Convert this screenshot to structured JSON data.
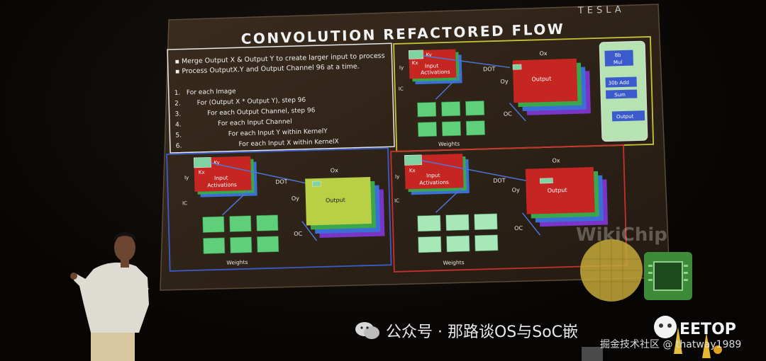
{
  "slide": {
    "brand": "TESLA",
    "title": "CONVOLUTION REFACTORED FLOW",
    "bullets": [
      "Merge Output X & Output Y to create larger input to process",
      "Process OutputX.Y and Output Channel 96 at a time."
    ],
    "loop": [
      "1.   For each Image",
      "2.        For (Output X * Output Y), step 96",
      "3.             For each Output Channel, step 96",
      "4.                  For each Input Channel",
      "5.                       For each Input Y within KernelY",
      "6.                            For each Input X within KernelX"
    ],
    "labels": {
      "ky": "Ky",
      "kx": "Kx",
      "iy": "Iy",
      "ic": "IC",
      "input1": "Input",
      "input2": "Activations",
      "dot": "DOT",
      "ox": "Ox",
      "oy": "Oy",
      "oc": "OC",
      "output": "Output",
      "weights": "Weights"
    },
    "pipeline": [
      "8b",
      "Mul",
      "30b Add",
      "Sum",
      "Output"
    ]
  },
  "overlay": {
    "wikichip": "WikiChip",
    "wechat": "公众号 · 那路谈OS与SoC嵌",
    "eetop": "EETOP",
    "credit": "掘金技术社区 @ thatway1989"
  },
  "colors": {
    "screen": "#2b2016",
    "input": "#c62622",
    "output_red": "#c62622",
    "output_green": "#b9cf45",
    "weights": "#5fcf7a",
    "border_yellow": "#c8c43a",
    "border_blue": "#3b5bcc",
    "border_red": "#c7302c",
    "pipeline_bg": "#b7e2b2"
  }
}
